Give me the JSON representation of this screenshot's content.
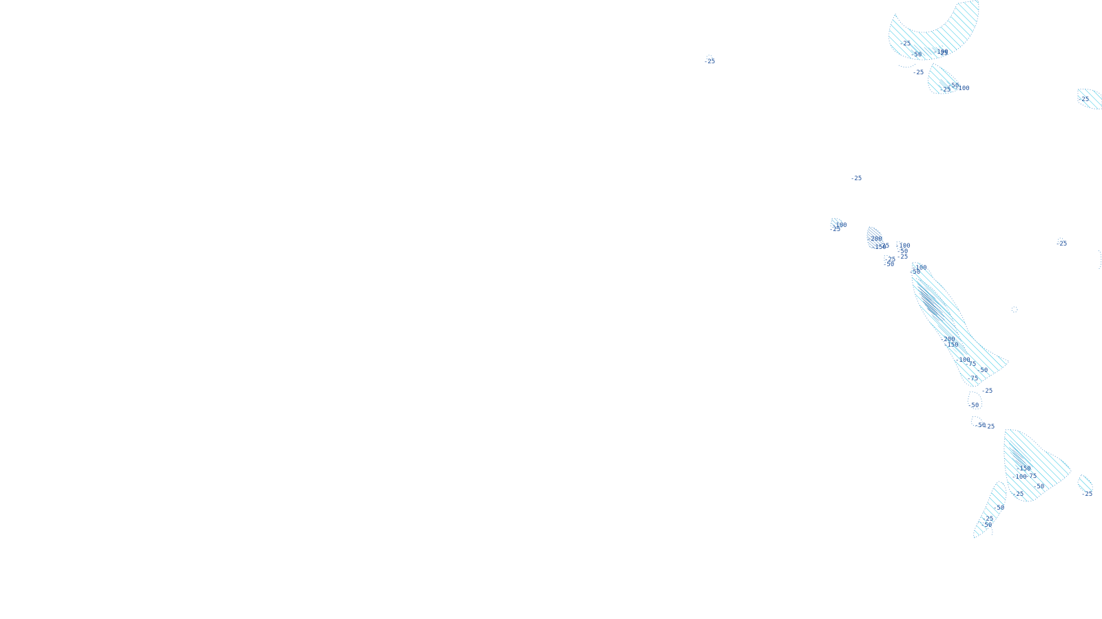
{
  "map": {
    "colors": {
      "contour_label": "#1d4f9a",
      "hatch_light": "#29c6e3",
      "hatch_medium": "#3aa7d6",
      "hatch_dense": "#2a6fb2",
      "background": "#ffffff"
    },
    "labels": [
      "-25",
      "-25",
      "-50",
      "-100",
      "-25",
      "-25",
      "-50",
      "-100",
      "-25",
      "-25",
      "-100",
      "-25",
      "-200",
      "-150",
      "-25",
      "-100",
      "-50",
      "-25",
      "-25",
      "-50",
      "-100",
      "-50",
      "-25",
      "-25",
      "-200",
      "-150",
      "-100",
      "-75",
      "-50",
      "-75",
      "-25",
      "-50",
      "-50",
      "-25",
      "-150",
      "-100",
      "-75",
      "-50",
      "-25",
      "-25",
      "-50",
      "-25",
      "-50"
    ]
  }
}
